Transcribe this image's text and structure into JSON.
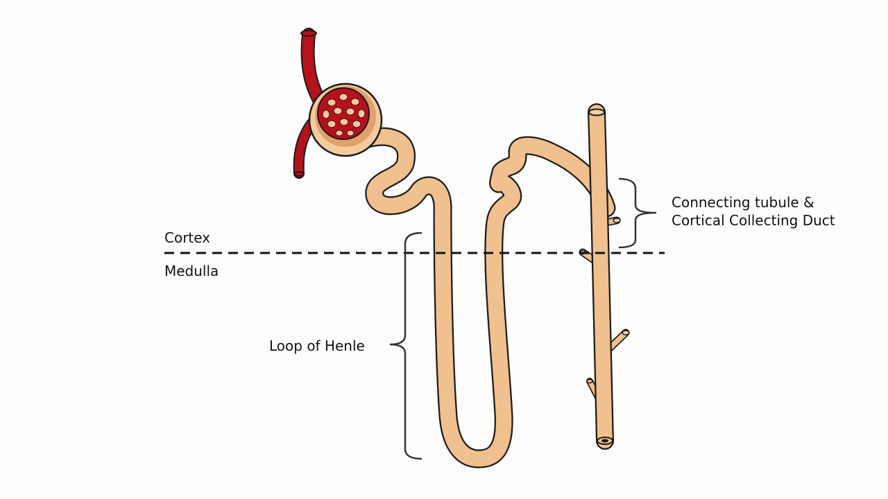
{
  "labels": {
    "cortex": "Cortex",
    "medulla": "Medulla",
    "loop_of_henle": "Loop of Henle",
    "connecting_tubule_line1": "Connecting tubule &",
    "connecting_tubule_line2": "Cortical Collecting Duct"
  },
  "colors": {
    "tubule": "#f0c08e",
    "outline": "#1a1a1a",
    "vessel": "#b5121b",
    "glomerulus_capsule": "#e3a06c",
    "glomerulus_cells": "#f3c8a0",
    "bracket": "#333333",
    "divider": "#111111"
  },
  "icons": {
    "glomerulus": "glomerulus-icon",
    "arteriole": "arteriole-icon"
  }
}
